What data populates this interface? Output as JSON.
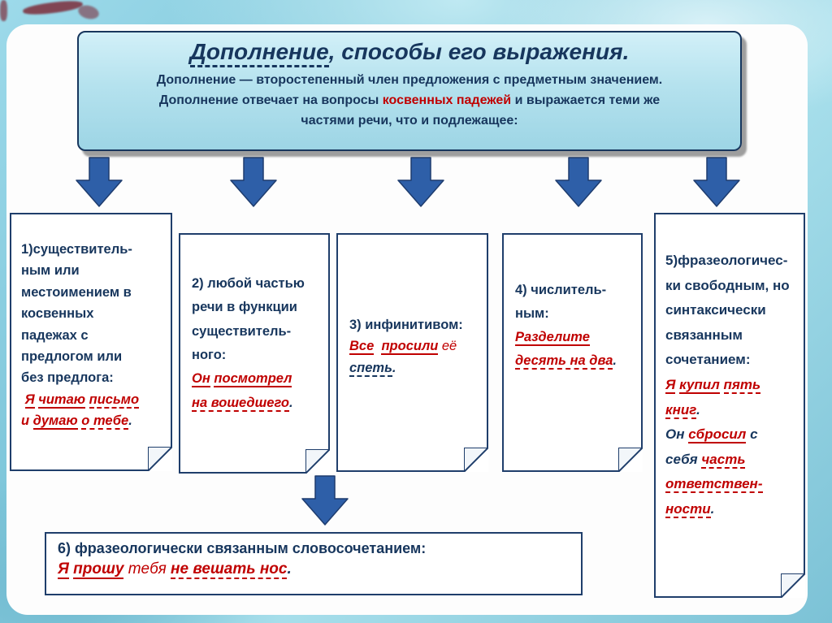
{
  "colors": {
    "navy": "#17365D",
    "red": "#C00000",
    "arrow_blue": "#2E5FA8",
    "header_fill": "#B5E2EE",
    "background_teal": "#8FCBDC"
  },
  "header": {
    "title_runs": [
      {
        "t": "Дополнение",
        "c": "dash"
      },
      {
        "t": ", способы его выражения.",
        "c": ""
      }
    ],
    "body_runs": [
      {
        "t": "Дополнение",
        "c": ""
      },
      {
        "t": " — второстепенный член предложения с предметным значением.\nДополнение отвечает на вопросы ",
        "c": ""
      },
      {
        "t": "косвенных падежей",
        "c": "red"
      },
      {
        "t": " и выражается теми же\nчастями речи, что и подлежащее:",
        "c": ""
      }
    ]
  },
  "cards": [
    {
      "label": "1)существитель-\nным или\nместоимением в\nкосвенных\nпадежах с\nпредлогом или\nбез предлога:",
      "example_runs": [
        {
          "t": " ",
          "c": ""
        },
        {
          "t": "Я",
          "c": "u"
        },
        {
          "t": " ",
          "c": ""
        },
        {
          "t": "читаю",
          "c": "u"
        },
        {
          "t": " ",
          "c": ""
        },
        {
          "t": "письмо",
          "c": "du"
        },
        {
          "t": "\n",
          "c": ""
        },
        {
          "t": "и ",
          "c": ""
        },
        {
          "t": "думаю",
          "c": "u"
        },
        {
          "t": " ",
          "c": ""
        },
        {
          "t": "о тебе",
          "c": "du"
        },
        {
          "t": ".",
          "c": "n"
        }
      ]
    },
    {
      "label": "2) любой частью\nречи в функции\nсуществитель-\nного:",
      "example_runs": [
        {
          "t": "Он",
          "c": "u"
        },
        {
          "t": " ",
          "c": ""
        },
        {
          "t": "посмотрел",
          "c": "u"
        },
        {
          "t": "\n",
          "c": ""
        },
        {
          "t": "на вошедшего",
          "c": "du"
        },
        {
          "t": ".",
          "c": "n"
        }
      ]
    },
    {
      "label": "3) инфинитивом:",
      "example_runs": [
        {
          "t": "Все",
          "c": "u"
        },
        {
          "t": "  ",
          "c": ""
        },
        {
          "t": "просили",
          "c": "u"
        },
        {
          "t": " её",
          "c": "lt"
        },
        {
          "t": "\n",
          "c": ""
        },
        {
          "t": "спеть",
          "c": "ndu"
        },
        {
          "t": ".",
          "c": "n"
        }
      ]
    },
    {
      "label": "4) числитель-\nным:",
      "example_runs": [
        {
          "t": "Разделите",
          "c": "u"
        },
        {
          "t": "\n",
          "c": ""
        },
        {
          "t": "десять на два",
          "c": "du"
        },
        {
          "t": ".",
          "c": "n"
        }
      ]
    },
    {
      "label": "5)фразеологичес-\nки свободным, но\nсинтаксически\nсвязанным\nсочетанием:",
      "example_runs": [
        {
          "t": "Я",
          "c": "u"
        },
        {
          "t": " ",
          "c": ""
        },
        {
          "t": "купил",
          "c": "u"
        },
        {
          "t": " ",
          "c": ""
        },
        {
          "t": "пять",
          "c": "du"
        },
        {
          "t": "\n",
          "c": ""
        },
        {
          "t": "книг",
          "c": "du"
        },
        {
          "t": ".",
          "c": "n"
        },
        {
          "t": "\n",
          "c": ""
        },
        {
          "t": "Он ",
          "c": "n"
        },
        {
          "t": "сбросил",
          "c": "u"
        },
        {
          "t": " с",
          "c": "n"
        },
        {
          "t": "\n",
          "c": ""
        },
        {
          "t": "себя ",
          "c": "n"
        },
        {
          "t": "часть",
          "c": "du"
        },
        {
          "t": "\n",
          "c": ""
        },
        {
          "t": "ответствен-",
          "c": "du"
        },
        {
          "t": "\n",
          "c": ""
        },
        {
          "t": "ности",
          "c": "du"
        },
        {
          "t": ".",
          "c": "n"
        }
      ]
    }
  ],
  "footer_box": {
    "label": "6) фразеологически связанным словосочетанием:",
    "example_runs": [
      {
        "t": "Я",
        "c": "u"
      },
      {
        "t": " ",
        "c": ""
      },
      {
        "t": "прошу",
        "c": "u"
      },
      {
        "t": " ",
        "c": ""
      },
      {
        "t": "тебя",
        "c": "lt"
      },
      {
        "t": " ",
        "c": ""
      },
      {
        "t": "не вешать нос",
        "c": "du"
      },
      {
        "t": ".",
        "c": "n"
      }
    ]
  }
}
